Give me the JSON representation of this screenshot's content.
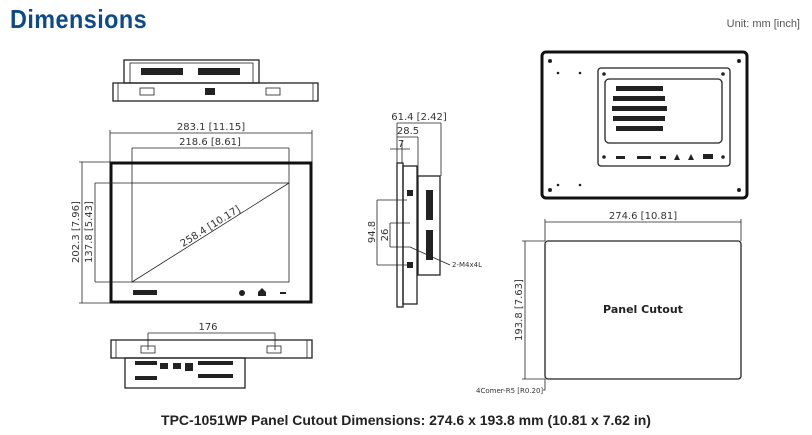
{
  "header": {
    "title": "Dimensions",
    "unit": "Unit: mm [inch]"
  },
  "front_view": {
    "overall_width": "283.1 [11.15]",
    "screen_width": "218.6 [8.61]",
    "diagonal": "258.4 [10.17]",
    "overall_height": "202.3 [7.96]",
    "screen_height": "137.8 [5.43]"
  },
  "bottom_view": {
    "mount_spacing": "176"
  },
  "side_view": {
    "depth": "61.4 [2.42]",
    "front_depth": "28.5",
    "bezel": "7",
    "hole_spacing_outer": "94.8",
    "hole_spacing_inner": "26",
    "screw_label": "2-M4x4L"
  },
  "cutout": {
    "width": "274.6 [10.81]",
    "height": "193.8 [7.63]",
    "label": "Panel Cutout",
    "corner": "4Comer-R5 [R0.20]"
  },
  "caption": "TPC-1051WP Panel Cutout Dimensions: 274.6 x 193.8 mm (10.81 x 7.62 in)"
}
